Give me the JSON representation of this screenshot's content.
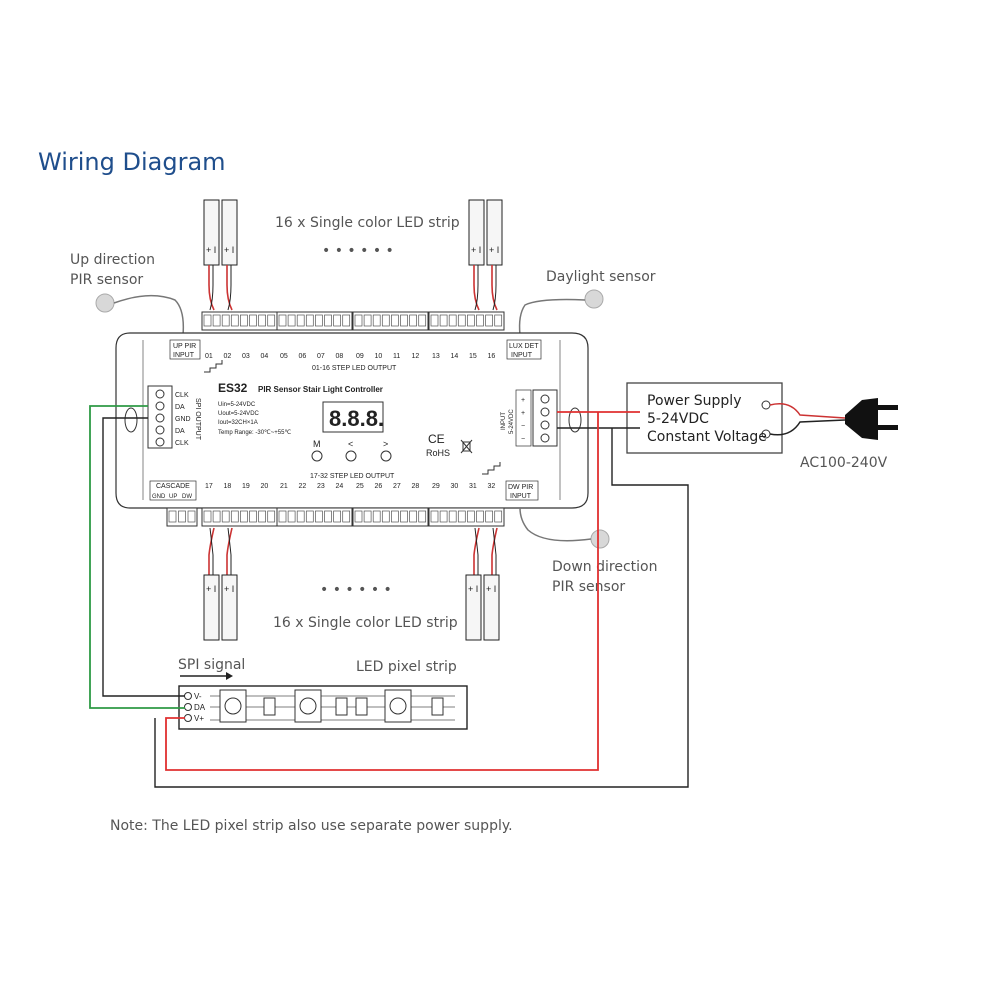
{
  "title": "Wiring Diagram",
  "labels": {
    "strip_top": "16 x Single color LED strip",
    "strip_bottom": "16 x Single color LED strip",
    "dots": "• • • • • •",
    "up_pir": [
      "Up direction",
      "PIR sensor"
    ],
    "daylight": "Daylight sensor",
    "down_pir": [
      "Down direction",
      "PIR sensor"
    ],
    "ac": "AC100-240V",
    "spi_signal": "SPI signal",
    "pixel_strip": "LED pixel strip",
    "note": "Note: The LED pixel strip also use separate power supply."
  },
  "power_supply": {
    "lines": [
      "Power Supply",
      "5-24VDC",
      "Constant Voltage"
    ]
  },
  "controller": {
    "model": "ES32",
    "name": "PIR Sensor Stair Light Controller",
    "specs": [
      "Uin=5-24VDC",
      "Uout=5-24VDC",
      "Iout=32CH×1A",
      "Temp Range: -30℃~+55℃"
    ],
    "display": "8.8.8.",
    "buttons": [
      "M",
      "<",
      ">"
    ],
    "top_output_label": "01-16 STEP LED OUTPUT",
    "bottom_output_label": "17-32 STEP LED OUTPUT",
    "top_channels": [
      "01",
      "02",
      "03",
      "04",
      "05",
      "06",
      "07",
      "08",
      "09",
      "10",
      "11",
      "12",
      "13",
      "14",
      "15",
      "16"
    ],
    "bottom_channels": [
      "17",
      "18",
      "19",
      "20",
      "21",
      "22",
      "23",
      "24",
      "25",
      "26",
      "27",
      "28",
      "29",
      "30",
      "31",
      "32"
    ],
    "up_pir_input": [
      "UP PIR",
      "INPUT"
    ],
    "lux_det_input": [
      "LUX DET",
      "INPUT"
    ],
    "dw_pir_input": [
      "DW PIR",
      "INPUT"
    ],
    "cascade": "CASCADE",
    "cascade_pins": [
      "GND",
      "UP",
      "DW"
    ],
    "spi_pins": [
      "CLK",
      "DA",
      "GND",
      "DA",
      "CLK"
    ],
    "spi_output": "SPI OUTPUT",
    "input_label": [
      "INPUT",
      "5-24VDC"
    ],
    "input_pins": [
      "+",
      "+",
      "−",
      "−"
    ],
    "ce": "CE",
    "rohs": "RoHS"
  },
  "pixel_strip_pins": [
    "V-",
    "DA",
    "V+"
  ],
  "strip_polarity": "+ I",
  "colors": {
    "title": "#1f4e8c",
    "green_wire": "#2e9a45",
    "red_wire": "#e03030",
    "black_wire": "#222222"
  }
}
